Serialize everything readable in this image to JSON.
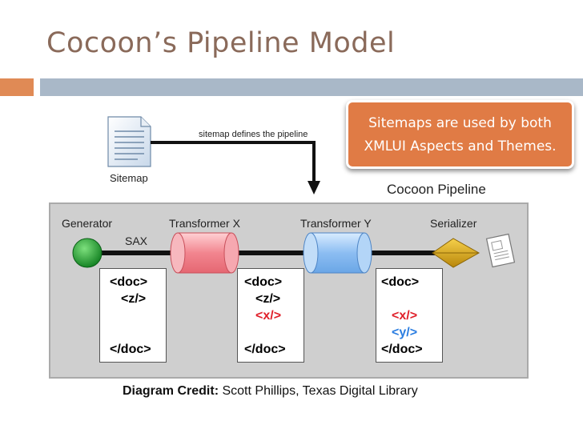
{
  "title": "Cocoon’s Pipeline Model",
  "callout": {
    "line1": "Sitemaps are used by both",
    "line2": "XMLUI Aspects and Themes."
  },
  "sitemap": {
    "label": "Sitemap",
    "arrow_label": "sitemap defines the pipeline"
  },
  "pipeline": {
    "title": "Cocoon Pipeline",
    "stages": {
      "generator": "Generator",
      "transformer_x": "Transformer X",
      "transformer_y": "Transformer Y",
      "serializer": "Serializer"
    },
    "sax_label": "SAX"
  },
  "docs": {
    "doc1": {
      "open": "<doc>",
      "z": "<z/>",
      "close": "</doc>"
    },
    "doc2": {
      "open": "<doc>",
      "z": "<z/>",
      "x": "<x/>",
      "close": "</doc>"
    },
    "doc3": {
      "open": "<doc>",
      "x": "<x/>",
      "y": "<y/>",
      "close": "</doc>"
    }
  },
  "credit": {
    "label": "Diagram Credit:",
    "text": "Scott Phillips, Texas Digital Library"
  },
  "colors": {
    "title": "#8a6a5a",
    "callout": "#e07b45",
    "accent_bar": "#e08a55",
    "rule_bar": "#a9b8c8",
    "x_tag": "#e0202a",
    "y_tag": "#2a7de1"
  }
}
